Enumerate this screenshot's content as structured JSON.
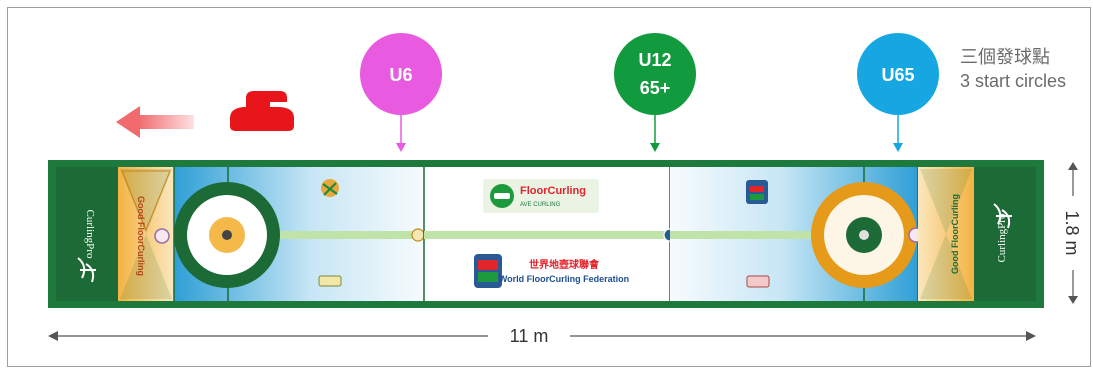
{
  "markers": {
    "u6": {
      "label": "U6",
      "color": "#e85be0"
    },
    "u12": {
      "line1": "U12",
      "line2": "65+",
      "color": "#129a3e"
    },
    "u65": {
      "label": "U65",
      "color": "#16a7e2"
    }
  },
  "legend": {
    "chinese": "三個發球點",
    "english": "3 start circles"
  },
  "dimensions": {
    "width": "1.8 m",
    "length": "11 m"
  },
  "mat": {
    "brand": "CurlingPro",
    "left_triangle_label": "Good FloorCurling",
    "right_triangle_label": "Good FloorCurling",
    "center_logo_text": "FloorCurling",
    "center_logo_small": "AVE CURLING",
    "federation_chinese": "世界地壺球聯會",
    "federation_english": "World FloorCurling Federation",
    "colors": {
      "border_green": "#1e7a3c",
      "dark_green": "#1c6a35",
      "orange": "#e59a1a",
      "light_blue": "#5cb8de",
      "arrow_red": "#e8161b"
    }
  }
}
